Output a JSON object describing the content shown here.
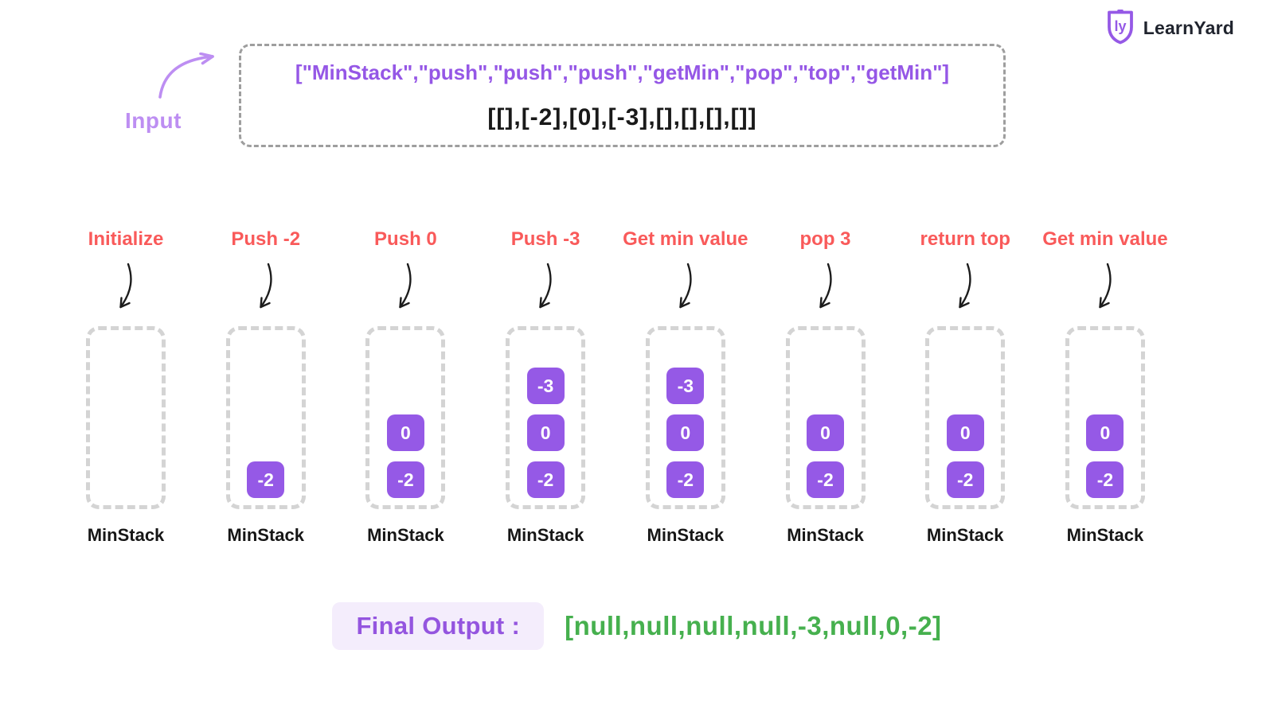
{
  "logo": {
    "text": "LearnYard",
    "icon": "learnyard-shield-icon"
  },
  "input": {
    "label": "Input",
    "line1": "[\"MinStack\",\"push\",\"push\",\"push\",\"getMin\",\"pop\",\"top\",\"getMin\"]",
    "line2": "[[],[-2],[0],[-3],[],[],[],[]]"
  },
  "columns": [
    {
      "label": "Initialize",
      "stack": [],
      "caption": "MinStack"
    },
    {
      "label": "Push -2",
      "stack": [
        "-2"
      ],
      "caption": "MinStack"
    },
    {
      "label": "Push 0",
      "stack": [
        "0",
        "-2"
      ],
      "caption": "MinStack"
    },
    {
      "label": "Push -3",
      "stack": [
        "-3",
        "0",
        "-2"
      ],
      "caption": "MinStack"
    },
    {
      "label": "Get min value",
      "stack": [
        "-3",
        "0",
        "-2"
      ],
      "caption": "MinStack"
    },
    {
      "label": "pop 3",
      "stack": [
        "0",
        "-2"
      ],
      "caption": "MinStack"
    },
    {
      "label": "return top",
      "stack": [
        "0",
        "-2"
      ],
      "caption": "MinStack"
    },
    {
      "label": "Get min value",
      "stack": [
        "0",
        "-2"
      ],
      "caption": "MinStack"
    }
  ],
  "final_output": {
    "label": "Final Output :",
    "value": "[null,null,null,null,-3,null,0,-2]"
  },
  "colors": {
    "purple": "#9559e6",
    "light_purple": "#bd8ef2",
    "badge_purple": "#9455df",
    "badge_bg": "#f4edfc",
    "red": "#f95a5a",
    "green": "#46b04e",
    "stack_border": "#d4d4d4",
    "box_border": "#9e9e9e",
    "text_dark": "#161616"
  }
}
